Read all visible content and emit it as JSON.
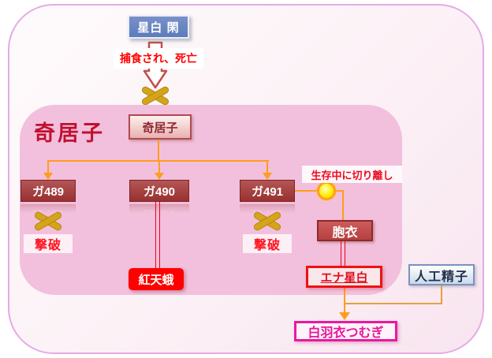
{
  "diagram": {
    "title_context": "Gauna lineage flowchart",
    "nodes": {
      "hoshijiro": {
        "label": "星白 閑"
      },
      "predation_note": {
        "label": "捕食され、死亡"
      },
      "gauna_group": {
        "label": "奇居子"
      },
      "gauna": {
        "label": "奇居子"
      },
      "ga489": {
        "label": "ガ489"
      },
      "ga490": {
        "label": "ガ490"
      },
      "ga491": {
        "label": "ガ491"
      },
      "gekiha_489": {
        "label": "撃破"
      },
      "gekiha_491": {
        "label": "撃破"
      },
      "benisuzume": {
        "label": "紅天蛾"
      },
      "detach_note": {
        "label": "生存中に切り離し"
      },
      "ena_placenta": {
        "label": "胞衣"
      },
      "ena_hoshijiro": {
        "label": "エナ星白"
      },
      "artificial_sperm": {
        "label": "人工精子"
      },
      "tsumugi": {
        "label": "白羽衣つむぎ"
      }
    },
    "icons": {
      "death_arrow": "thick-down-arrow",
      "destroyed_x": "gold-x-mark",
      "detach_sun": "yellow-sun-circle"
    },
    "colors": {
      "outer_border": "#E4ABE6",
      "pink_zone": "#F2C0DC",
      "connector_orange": "#FF9D1E",
      "connector_gold": "#E2A23C",
      "connector_red": "#F20013",
      "maroon_box": "#983030",
      "bright_red_box": "#FF0000",
      "magenta_box_border": "#EA18A0",
      "blue_box": "#5C7CBC",
      "group_label_red": "#C01030",
      "x_mark_gold": "#D4A41C"
    }
  }
}
